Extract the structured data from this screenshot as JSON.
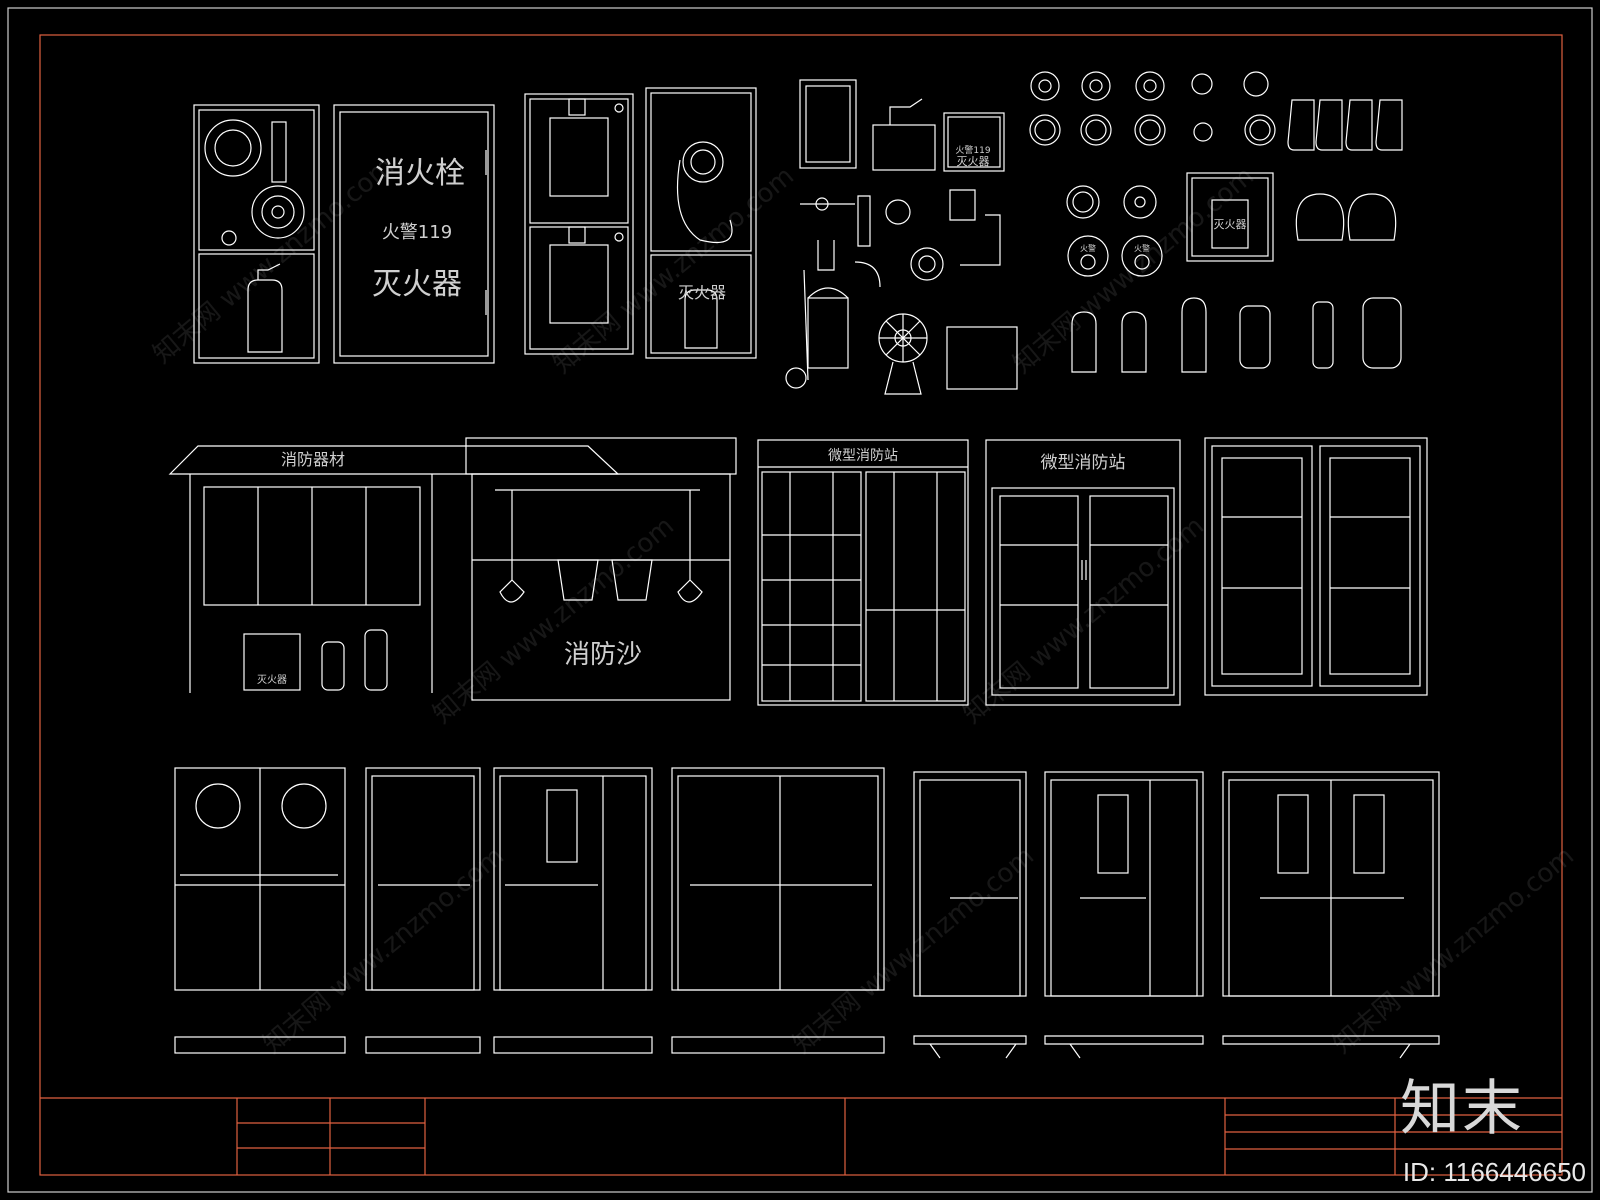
{
  "colors": {
    "background": "#000000",
    "line": "#ffffff",
    "frame": "#e06040"
  },
  "labels": {
    "hydrant_cabinet_title": "消火栓",
    "hydrant_cabinet_phone": "火警119",
    "hydrant_cabinet_bottom": "灭火器",
    "cabinet_extinguisher": "灭火器",
    "small_box_phone": "火警119",
    "small_box_label": "灭火器",
    "wall_box_label": "灭火器",
    "alarm_button_1": "火警",
    "alarm_button_2": "火警",
    "equipment_kiosk_title": "消防器材",
    "kiosk_box_label": "灭火器",
    "sand_cabinet_label": "消防沙",
    "micro_station_1_title": "微型消防站",
    "micro_station_2_title": "微型消防站"
  },
  "watermark": {
    "text": "知末网 www.znzmo.com"
  },
  "logo": {
    "text": "知末"
  },
  "id_label": "ID: 1166446650",
  "icons": [
    "fire-hose-reel-icon",
    "fire-extinguisher-icon",
    "smoke-detector-icon",
    "sprinkler-icon",
    "fire-hydrant-icon",
    "helmet-icon",
    "boot-icon",
    "shovel-icon",
    "bucket-icon",
    "valve-icon"
  ]
}
